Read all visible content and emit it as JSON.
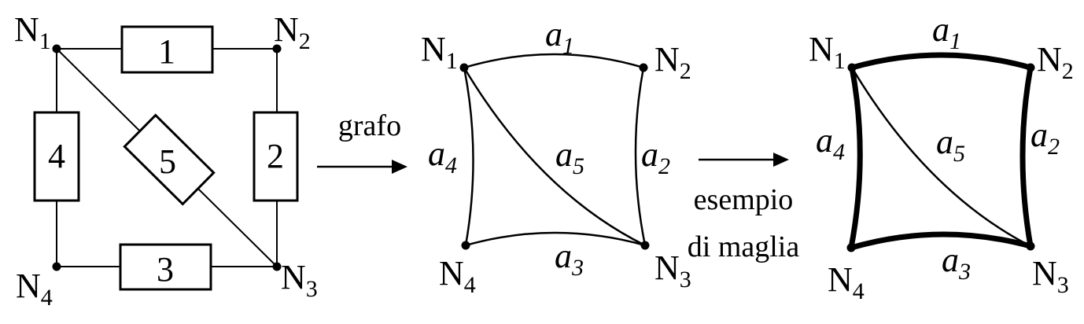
{
  "circuit": {
    "nodes": {
      "n1": "N",
      "n1_sub": "1",
      "n2": "N",
      "n2_sub": "2",
      "n3": "N",
      "n3_sub": "3",
      "n4": "N",
      "n4_sub": "4"
    },
    "components": {
      "c1": "1",
      "c2": "2",
      "c3": "3",
      "c4": "4",
      "c5": "5"
    }
  },
  "arrow1_label": "grafo",
  "graph": {
    "nodes": {
      "n1": "N",
      "n1_sub": "1",
      "n2": "N",
      "n2_sub": "2",
      "n3": "N",
      "n3_sub": "3",
      "n4": "N",
      "n4_sub": "4"
    },
    "edges": {
      "a": "a",
      "e1": "1",
      "e2": "2",
      "e3": "3",
      "e4": "4",
      "e5": "5"
    }
  },
  "arrow2_label_line1": "esempio",
  "arrow2_label_line2": "di maglia",
  "mesh": {
    "nodes": {
      "n1": "N",
      "n1_sub": "1",
      "n2": "N",
      "n2_sub": "2",
      "n3": "N",
      "n3_sub": "3",
      "n4": "N",
      "n4_sub": "4"
    },
    "edges": {
      "a": "a",
      "e1": "1",
      "e2": "2",
      "e3": "3",
      "e4": "4",
      "e5": "5"
    }
  }
}
